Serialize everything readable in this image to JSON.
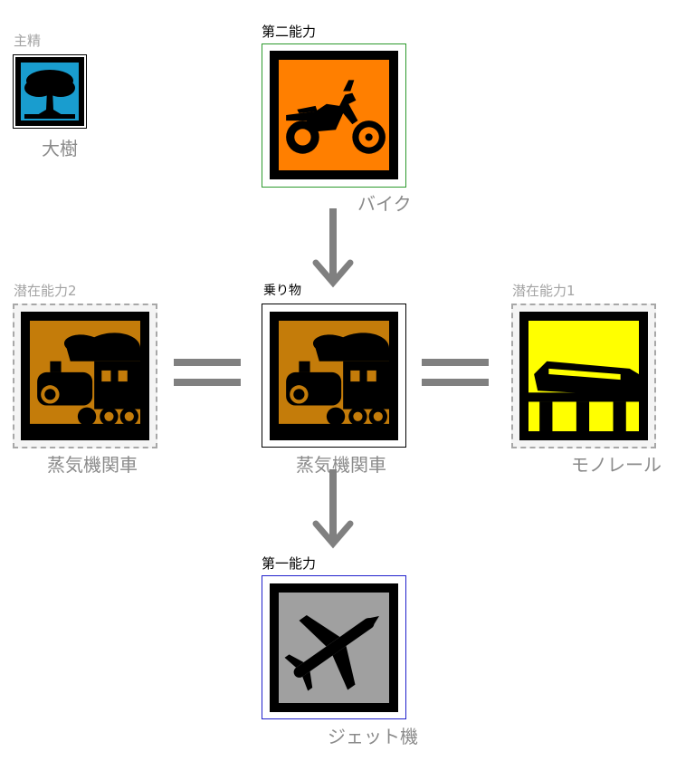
{
  "main_spirit": {
    "label": "主精",
    "name": "大樹",
    "color": "#199dcf"
  },
  "second_ability": {
    "label": "第二能力",
    "name": "バイク",
    "color": "#ff7f00",
    "border": "#2c9a2c"
  },
  "vehicle": {
    "label": "乗り物",
    "name": "蒸気機関車",
    "color": "#c47c0a",
    "border": "#000000"
  },
  "potential2": {
    "label": "潜在能力2",
    "name": "蒸気機関車",
    "color": "#c47c0a"
  },
  "potential1": {
    "label": "潜在能力1",
    "name": "モノレール",
    "color": "#ffff00"
  },
  "first_ability": {
    "label": "第一能力",
    "name": "ジェット機",
    "color": "#a0a0a0",
    "border": "#2020cc"
  },
  "icons": {
    "tree": "tree-icon",
    "motorcycle": "motorcycle-icon",
    "steam_train": "steam-locomotive-icon",
    "monorail": "monorail-icon",
    "airplane": "airplane-icon"
  },
  "connector_color": "#808080"
}
